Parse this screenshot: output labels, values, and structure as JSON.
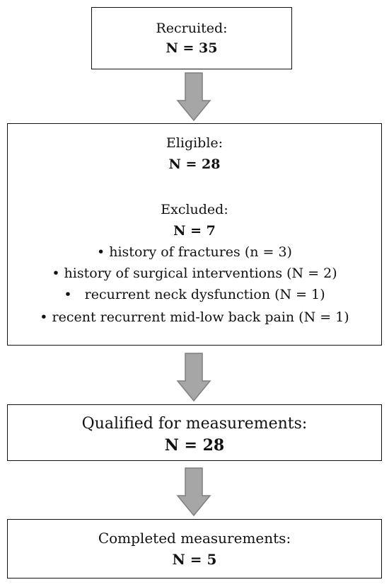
{
  "boxes": {
    "recruited": {
      "label": "Recruited:",
      "count": "N = 35"
    },
    "eligible": {
      "label": "Eligible:",
      "count": "N = 28",
      "excluded_label": "Excluded:",
      "excluded_count": "N = 7",
      "reasons": [
        "• history of fractures (n = 3)",
        "• history of surgical interventions (N = 2)",
        "•   recurrent neck dysfunction (N = 1)",
        "• recent recurrent mid-low back pain (N = 1)"
      ]
    },
    "qualified": {
      "label": "Qualified for measurements:",
      "count": "N = 28"
    },
    "completed": {
      "label": "Completed measurements:",
      "count": "N = 5"
    }
  },
  "colors": {
    "arrow_fill": "#a6a6a6",
    "arrow_stroke": "#7f7f7f",
    "border": "#111111"
  }
}
